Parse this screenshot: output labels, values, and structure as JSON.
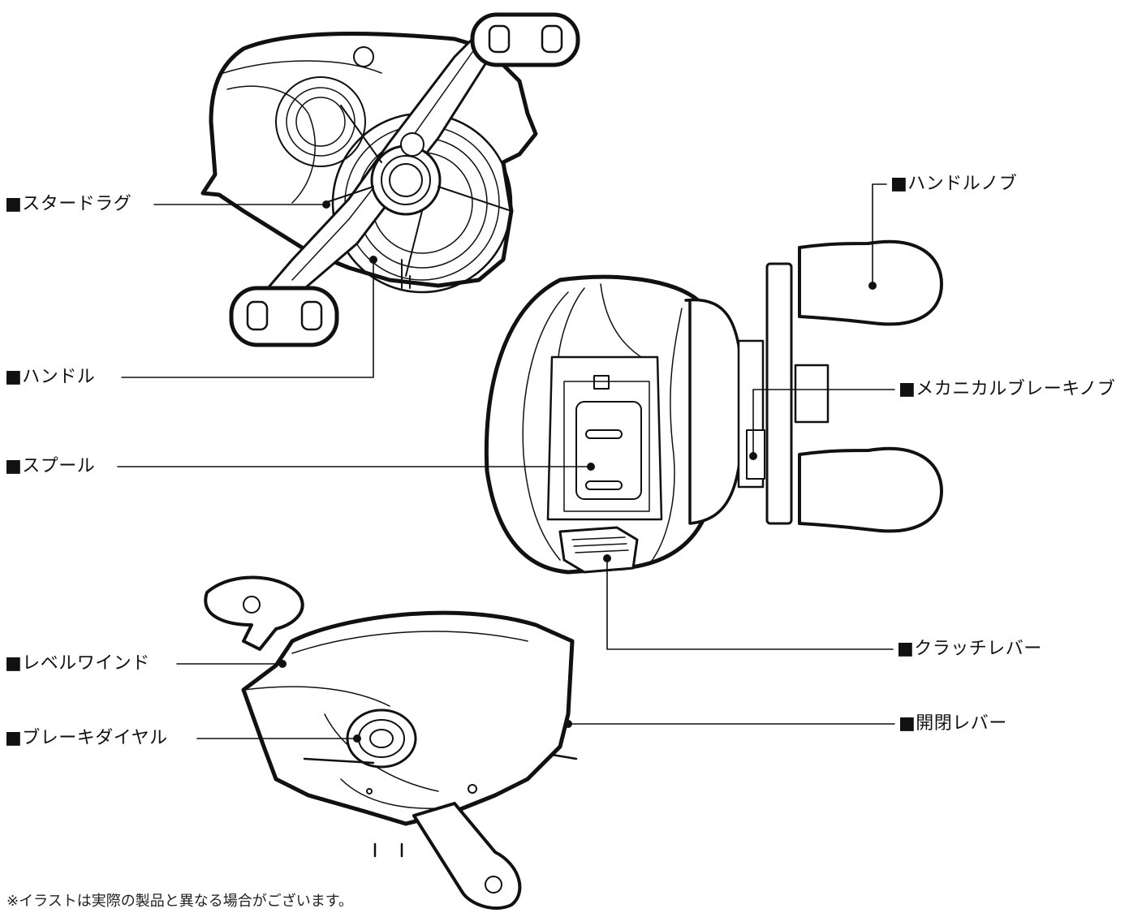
{
  "labels": {
    "star_drag": "■スタードラグ",
    "handle": "■ハンドル",
    "spool": "■スプール",
    "level_wind": "■レベルワインド",
    "brake_dial": "■ブレーキダイヤル",
    "handle_knob": "■ハンドルノブ",
    "mechanical_brake_knob": "■メカニカルブレーキノブ",
    "clutch_lever": "■クラッチレバー",
    "open_close_lever": "■開閉レバー"
  },
  "note": "※イラストは実際の製品と異なる場合がございます。",
  "colors": {
    "line": "#111111",
    "background": "#ffffff"
  }
}
